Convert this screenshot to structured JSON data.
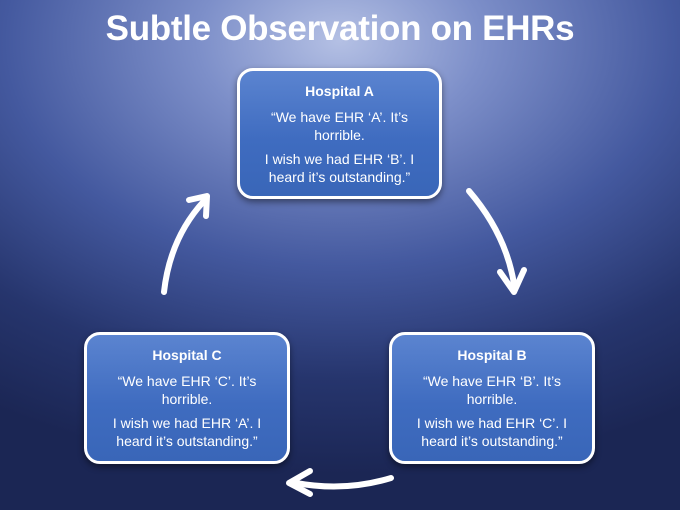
{
  "slide": {
    "title": "Subtle Observation on EHRs"
  },
  "hospitals": [
    {
      "name": "Hospital A",
      "line1": "“We have EHR ‘A’.  It’s horrible.",
      "line2": "I wish we had EHR ‘B’.  I heard it’s outstanding.”"
    },
    {
      "name": "Hospital B",
      "line1": "“We have EHR ‘B’.  It’s horrible.",
      "line2": "I wish we had EHR ‘C’.  I heard it’s outstanding.”"
    },
    {
      "name": "Hospital C",
      "line1": "“We have EHR ‘C’.  It’s horrible.",
      "line2": "I wish we had EHR ‘A’.  I heard it’s outstanding.”"
    }
  ],
  "colors": {
    "box_fill": "#4471c4",
    "box_border": "#ffffff",
    "arrow": "#ffffff",
    "background_dark": "#1b2654",
    "background_light": "#b4c0e4"
  },
  "icons": [
    "arrow-a-to-b-icon",
    "arrow-b-to-c-icon",
    "arrow-c-to-a-icon"
  ]
}
